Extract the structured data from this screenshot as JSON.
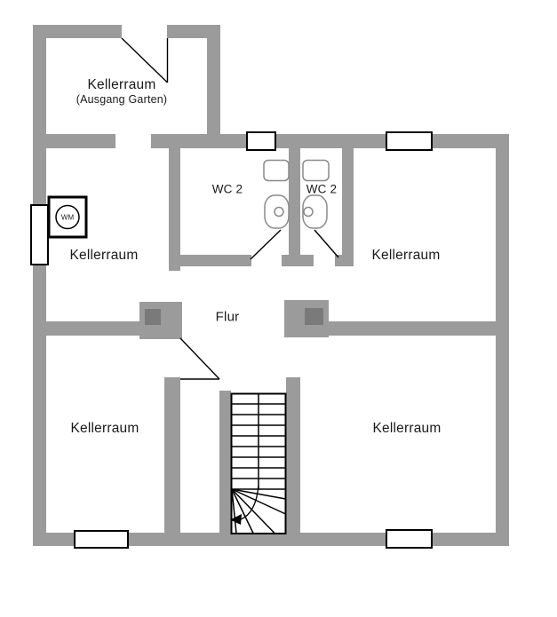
{
  "plan": {
    "rooms": [
      {
        "id": "cellar-garden",
        "label": "Kellerraum",
        "sublabel": "(Ausgang Garten)"
      },
      {
        "id": "cellar-left",
        "label": "Kellerraum"
      },
      {
        "id": "wc-left",
        "label": "WC 2"
      },
      {
        "id": "wc-right",
        "label": "WC 2"
      },
      {
        "id": "cellar-right",
        "label": "Kellerraum"
      },
      {
        "id": "hallway",
        "label": "Flur"
      },
      {
        "id": "cellar-bottom-left",
        "label": "Kellerraum"
      },
      {
        "id": "cellar-bottom-right",
        "label": "Kellerraum"
      }
    ],
    "fixtures": {
      "washing_machine_label": "WM"
    },
    "colors": {
      "wall": "#9b9b9b",
      "chimney": "#7a7a7a",
      "line": "#000000",
      "fixture_line": "#8a8a8a",
      "window_fill": "#ffffff",
      "background": "#ffffff"
    }
  }
}
